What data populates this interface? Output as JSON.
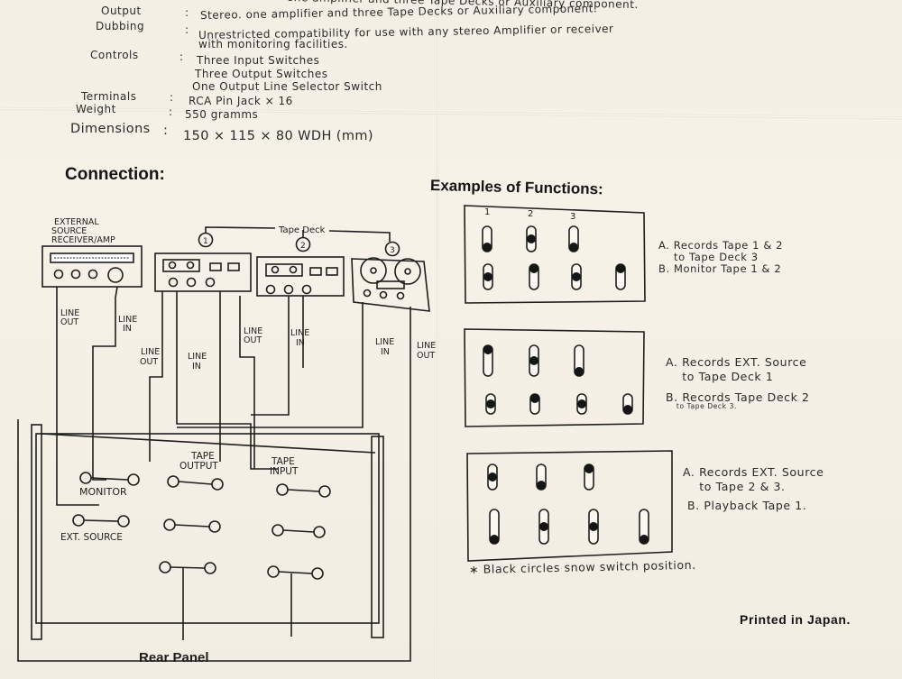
{
  "specs": [
    {
      "label": "Output",
      "lines": [
        "Stereo. one amplifier and three Tape Decks or Auxiliary component."
      ]
    },
    {
      "label": "Dubbing",
      "lines": [
        "Unrestricted compatibility for use with any stereo Amplifier or receiver",
        "with monitoring facilities."
      ]
    },
    {
      "label": "Controls",
      "lines": [
        "Three Input Switches",
        "Three Output Switches",
        "One Output Line Selector Switch"
      ]
    },
    {
      "label": "Terminals",
      "lines": [
        "RCA Pin Jack × 16"
      ]
    },
    {
      "label": "Weight",
      "lines": [
        "550 gramms"
      ]
    },
    {
      "label": "Dimensions",
      "lines": [
        "150 × 115 × 80 WDH (mm)"
      ]
    }
  ],
  "top_fragment": "one amplifier and three Tape Decks or Auxiliary component.",
  "colon": ":",
  "connection": {
    "heading": "Connection:",
    "external_source": [
      "EXTERNAL",
      "SOURCE",
      "RECEIVER/AMP"
    ],
    "tape_deck": "Tape Deck",
    "deck_numbers": [
      "1",
      "2",
      "3"
    ],
    "line_out": [
      "LINE",
      "OUT"
    ],
    "line_in": [
      "LINE",
      "IN"
    ],
    "tape_output": [
      "TAPE",
      "OUTPUT"
    ],
    "tape_input": [
      "TAPE",
      "INPUT"
    ],
    "monitor": "MONITOR",
    "ext_source": "EXT. SOURCE",
    "rear_panel": "Rear Panel"
  },
  "examples": {
    "heading": "Examples of Functions:",
    "column_numbers": [
      "1",
      "2",
      "3"
    ],
    "panels": [
      {
        "lines": [
          "A. Records Tape 1 & 2",
          "    to Tape Deck 3",
          "B. Monitor Tape 1 & 2"
        ],
        "top": [
          "bottom",
          "middle",
          "bottom"
        ],
        "bottom": [
          "middle",
          "top",
          "middle",
          "top"
        ]
      },
      {
        "lines": [
          "A. Records EXT. Source",
          "    to Tape Deck 1",
          "B. Records Tape Deck 2",
          "    to Tape Deck 3."
        ],
        "top": [
          "top",
          "middle",
          "bottom"
        ],
        "bottom": [
          "middle",
          "top",
          "middle",
          "bottom"
        ]
      },
      {
        "lines": [
          "A. Records EXT. Source",
          "    to Tape 2 & 3.",
          "B. Playback Tape 1."
        ],
        "top": [
          "middle",
          "bottom",
          "top"
        ],
        "bottom": [
          "bottom",
          "middle",
          "middle",
          "bottom"
        ]
      }
    ],
    "note": "∗ Black circles snow switch position."
  },
  "footer": "Printed in Japan."
}
